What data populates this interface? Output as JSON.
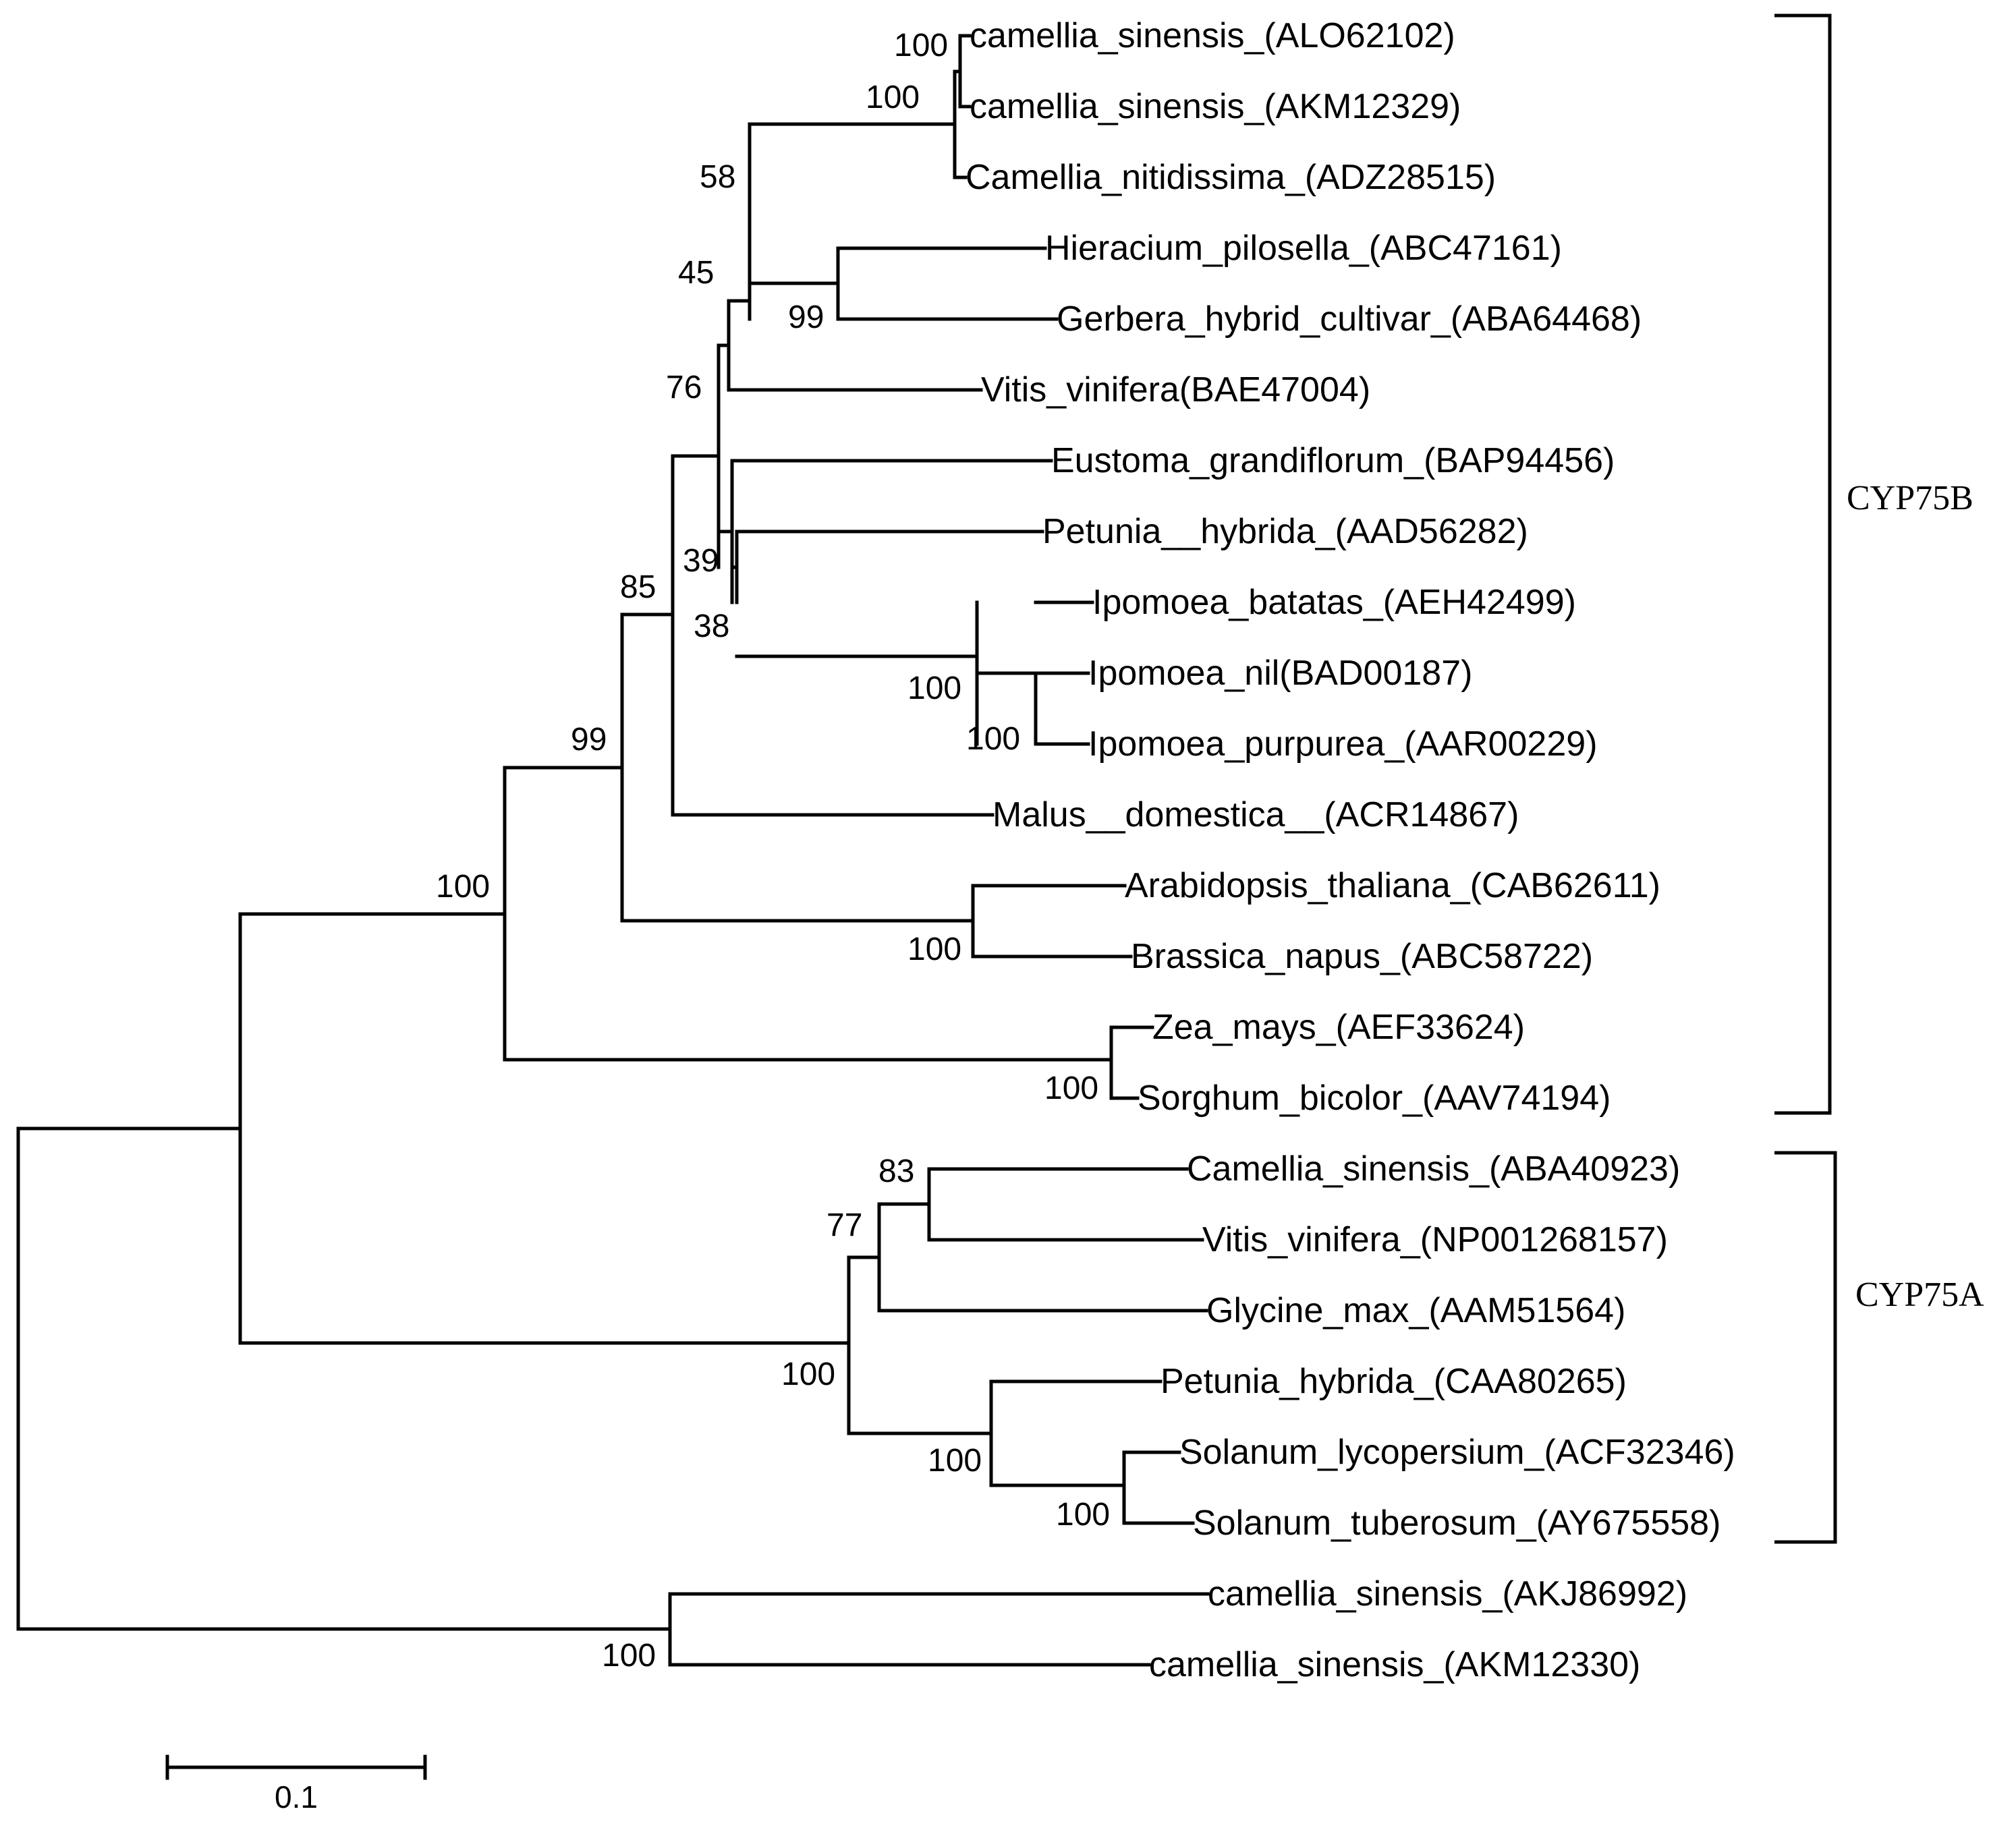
{
  "taxa": [
    "camellia_sinensis_(ALO62102)",
    "camellia_sinensis_(AKM12329)",
    "Camellia_nitidissima_(ADZ28515)",
    "Hieracium_pilosella_(ABC47161)",
    "Gerbera_hybrid_cultivar_(ABA64468)",
    "Vitis_vinifera(BAE47004)",
    "Eustoma_grandiflorum_(BAP94456)",
    "Petunia__hybrida_(AAD56282)",
    "Ipomoea_batatas_(AEH42499)",
    "Ipomoea_nil(BAD00187)",
    "Ipomoea_purpurea_(AAR00229)",
    "Malus__domestica__(ACR14867)",
    "Arabidopsis_thaliana_(CAB62611)",
    "Brassica_napus_(ABC58722)",
    "Zea_mays_(AEF33624)",
    "Sorghum_bicolor_(AAV74194)",
    "Camellia_sinensis_(ABA40923)",
    "Vitis_vinifera_(NP001268157)",
    "Glycine_max_(AAM51564)",
    "Petunia_hybrida_(CAA80265)",
    "Solanum_lycopersium_(ACF32346)",
    "Solanum_tuberosum_(AY675558)",
    "camellia_sinensis_(AKJ86992)",
    "camellia_sinensis_(AKM12330)"
  ],
  "bootstrap_values": [
    "100",
    "100",
    "58",
    "45",
    "99",
    "76",
    "39",
    "38",
    "100",
    "100",
    "85",
    "99",
    "100",
    "100",
    "100",
    "83",
    "77",
    "100",
    "100",
    "100",
    "100"
  ],
  "clades": [
    {
      "name": "CYP75B"
    },
    {
      "name": "CYP75A"
    }
  ],
  "scale_bar": {
    "label": "0.1"
  }
}
